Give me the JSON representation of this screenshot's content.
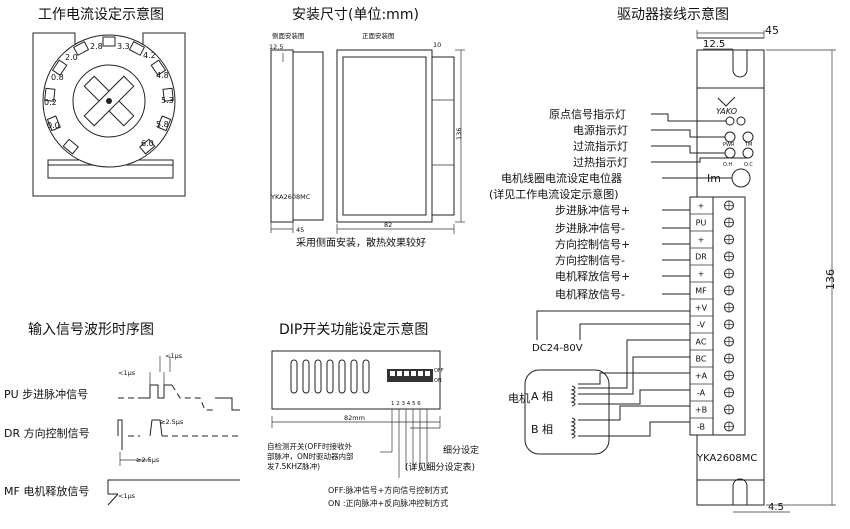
{
  "titles": {
    "current_setting": "工作电流设定示意图",
    "dimensions": "安装尺寸(单位:mm)",
    "wiring": "驱动器接线示意图",
    "timing": "输入信号波形时序图",
    "dip": "DIP开关功能设定示意图"
  },
  "dial": {
    "values": [
      "0.0",
      "0.2",
      "0.8",
      "2.0",
      "2.8",
      "3.3",
      "4.2",
      "4.8",
      "5.3",
      "5.8",
      "6.0"
    ]
  },
  "dimensions": {
    "side_label": "侧面安装图",
    "front_label": "正面安装图",
    "dim_12_5": "12.5",
    "dim_10": "10",
    "dim_136": "136",
    "dim_45": "45",
    "dim_82": "82",
    "model": "YKA2608MC",
    "note": "采用侧面安装，散热效果较好"
  },
  "wiring": {
    "dim_45": "45",
    "dim_12_5": "12.5",
    "dim_136": "136",
    "dim_4_5": "4.5",
    "brand": "YAKO",
    "model": "YKA2608MC",
    "led_labels": {
      "pwr": "PWR",
      "tm": "TM",
      "oh": "O.H",
      "oc": "O.C"
    },
    "im": "Im",
    "indicators": [
      "原点信号指示灯",
      "电源指示灯",
      "过流指示灯",
      "过热指示灯"
    ],
    "pot": "电机线圈电流设定电位器",
    "pot_note": "(详见工作电流设定示意图)",
    "signals": [
      "步进脉冲信号+",
      "步进脉冲信号-",
      "方向控制信号+",
      "方向控制信号-",
      "电机释放信号+",
      "电机释放信号-"
    ],
    "terminals": [
      "+",
      "PU",
      "+",
      "DR",
      "+",
      "MF",
      "+V",
      "-V",
      "AC",
      "BC",
      "+A",
      "-A",
      "+B",
      "-B"
    ],
    "dc": "DC24-80V",
    "motor": "电机",
    "phase_a": "A 相",
    "phase_b": "B 相"
  },
  "timing": {
    "pu": "PU 步进脉冲信号",
    "dr": "DR 方向控制信号",
    "mf": "MF 电机释放信号",
    "t1": "<1μs",
    "t2": "<1μs",
    "t3": "≥2.5μs",
    "t4": "≥2.5μs",
    "t5": "<1μs"
  },
  "dip": {
    "off": "OFF",
    "on": "ON",
    "nums": "1 2 3 4 5 6",
    "dim": "82mm",
    "self_test": "自检测开关(OFF时接收外部脉冲，ON时驱动器内部发7.5KHZ脉冲)",
    "self_test_lines": [
      "自检测开关(OFF时接收外",
      "部脉冲，ON时驱动器内部",
      "发7.5KHZ脉冲)"
    ],
    "micro": "细分设定",
    "micro_note": "(详见细分设定表)",
    "off_desc": "OFF:脉冲信号+方向信号控制方式",
    "on_desc": "ON :正向脉冲+反向脉冲控制方式"
  }
}
